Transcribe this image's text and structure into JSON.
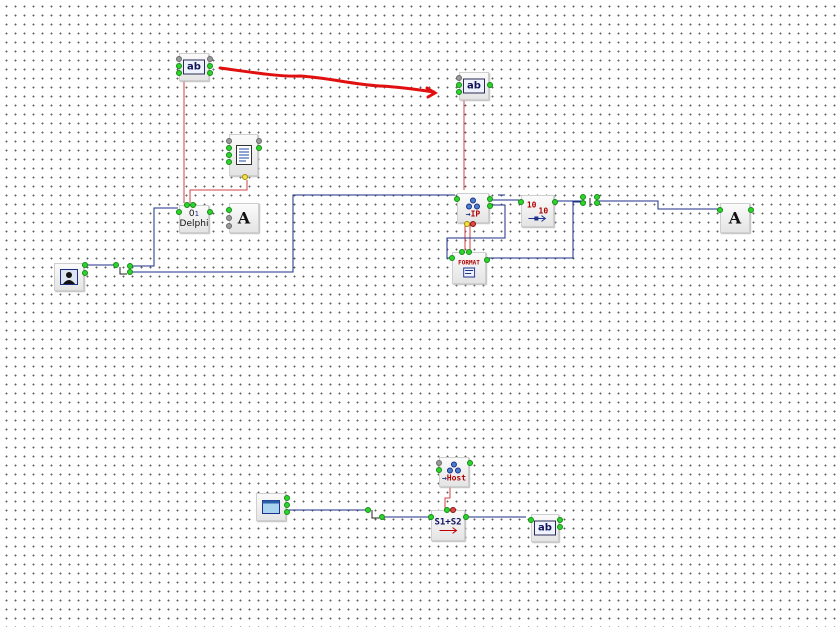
{
  "canvas": {
    "grid": "dotted"
  },
  "nodes": {
    "edit_top_left": {
      "label": "ab"
    },
    "edit_top_right": {
      "label": "ab"
    },
    "memo": {
      "label": ""
    },
    "format_node": {
      "label": "Delphi",
      "value": "0",
      "value2": "1"
    },
    "label_a_left": {
      "label": "A"
    },
    "user_icon": {
      "label": ""
    },
    "ip_node": {
      "label": "IP"
    },
    "format_string": {
      "label": "FORMAT"
    },
    "int_node": {
      "top": "10",
      "right": "10"
    },
    "label_a_right": {
      "label": "A"
    },
    "window_node": {
      "label": ""
    },
    "host_node": {
      "label": "Host"
    },
    "concat_node": {
      "label": "S1+S2"
    },
    "edit_bottom": {
      "label": "ab"
    }
  },
  "colors": {
    "wire_blue": "#1c2f8a",
    "wire_red": "#d04040",
    "annotation": "#e01010",
    "pin_green": "#2bd62b"
  }
}
